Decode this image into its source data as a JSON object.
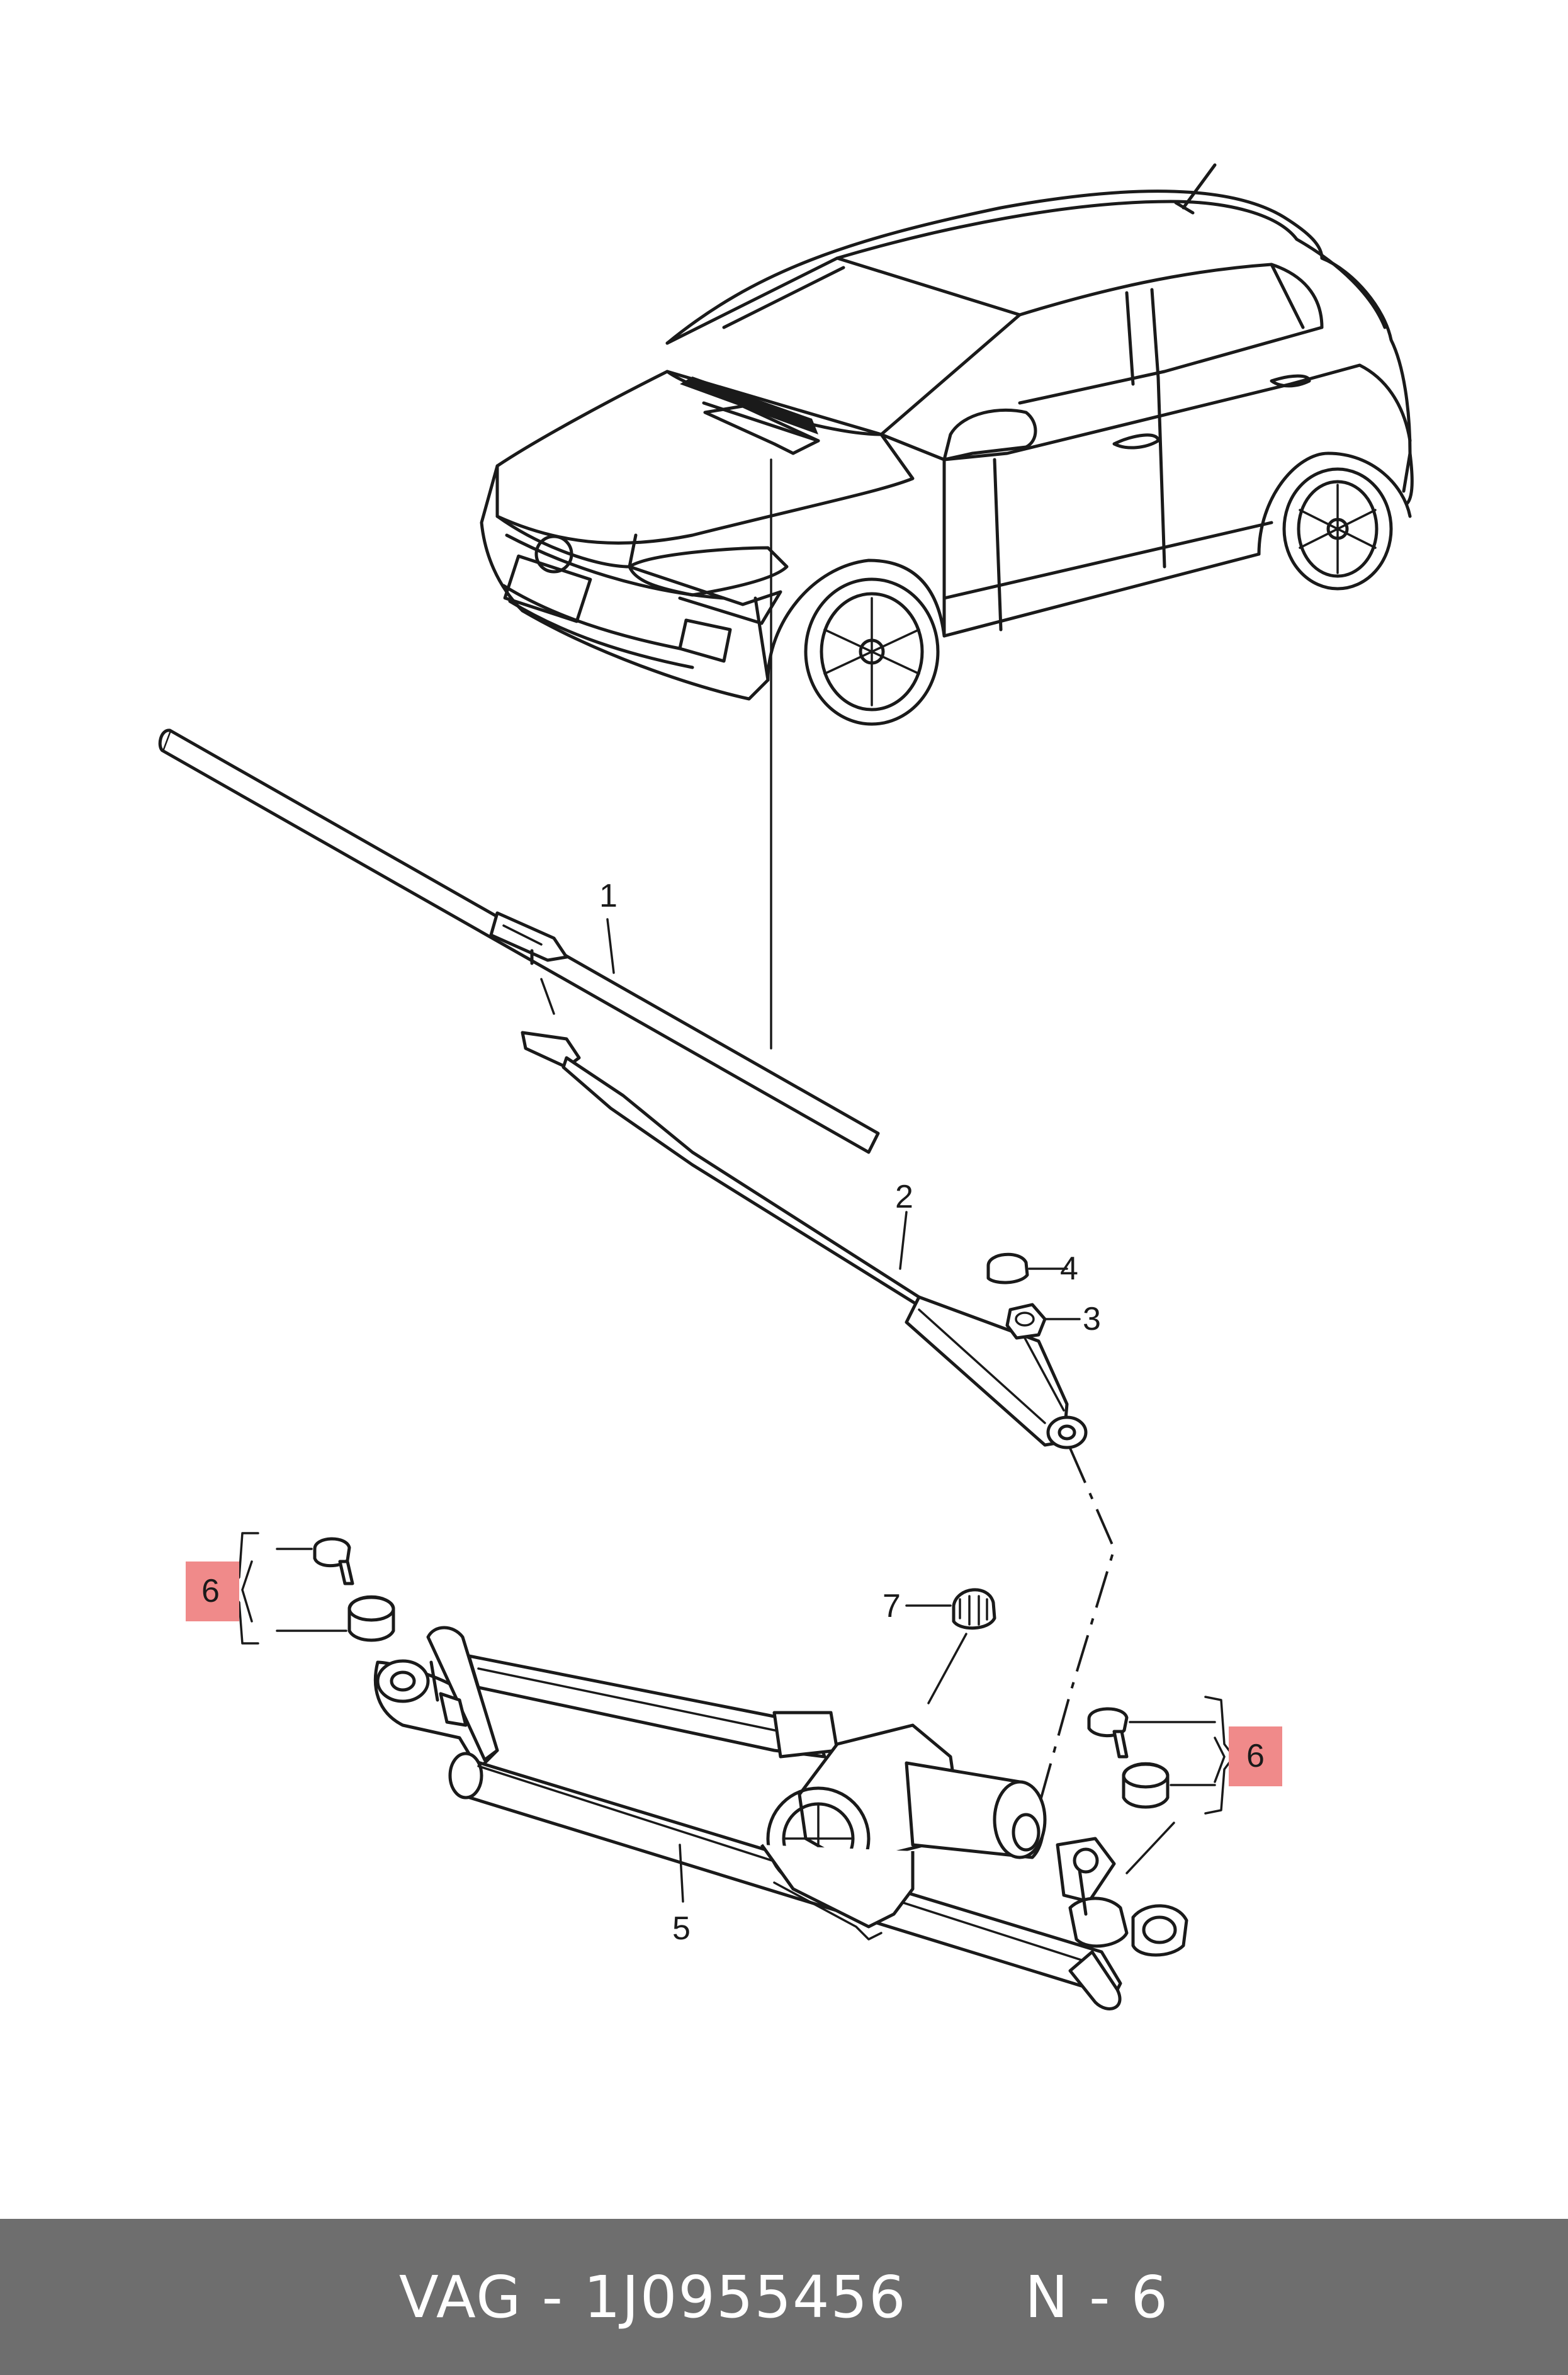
{
  "callouts": {
    "c1": "1",
    "c2": "2",
    "c3": "3",
    "c4": "4",
    "c5": "5",
    "c6_left": "6",
    "c6_right": "6",
    "c7": "7"
  },
  "highlight_color": "#f08a8a",
  "footer": {
    "brand": "VAG",
    "part_number": "1J0955456",
    "ref": "N - 6",
    "separator": "-"
  },
  "footer_bg": "#6e6e6e"
}
